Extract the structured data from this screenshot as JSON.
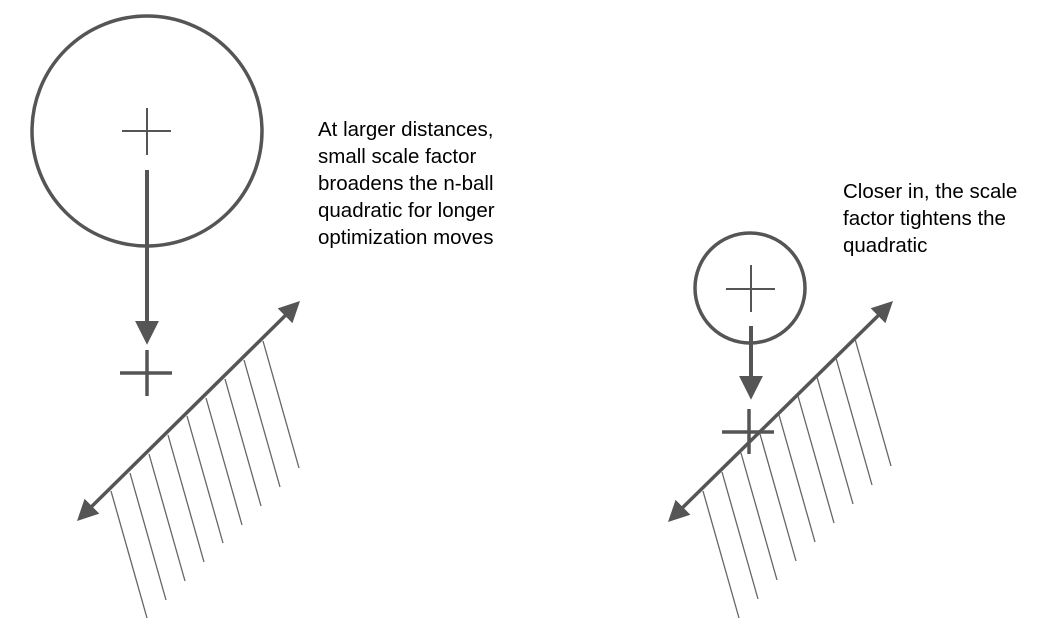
{
  "colors": {
    "stroke": "#555555",
    "hatch": "#666666",
    "text": "#000000"
  },
  "panels": {
    "left": {
      "caption_lines": [
        "At larger distances,",
        "small scale factor",
        "broadens the n-ball",
        "quadratic for longer",
        "optimization moves"
      ]
    },
    "right": {
      "caption_lines": [
        "Closer in, the scale",
        "factor tightens the",
        "quadratic"
      ]
    }
  }
}
